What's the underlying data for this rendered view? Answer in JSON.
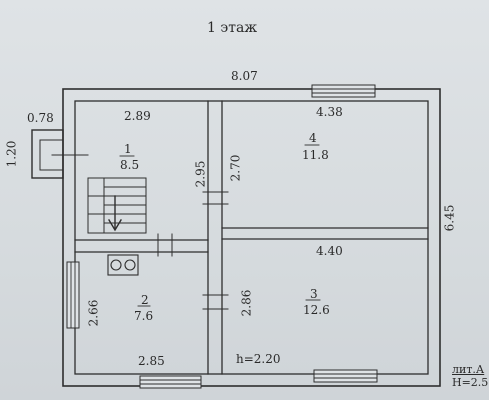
{
  "title": "1 этаж",
  "dimensions": {
    "overall_width": "8.07",
    "overall_height": "6.45",
    "porch_width": "0.78",
    "porch_height": "1.20",
    "room1_width": "2.89",
    "room1_height": "2.95",
    "room4_width": "4.38",
    "room4_height": "2.70",
    "room3_width": "4.40",
    "room3_height": "2.86",
    "room2_width": "2.85",
    "room2_height": "2.66",
    "ceiling_height": "h=2.20"
  },
  "rooms": [
    {
      "number": "1",
      "area": "8.5"
    },
    {
      "number": "2",
      "area": "7.6"
    },
    {
      "number": "3",
      "area": "12.6"
    },
    {
      "number": "4",
      "area": "11.8"
    }
  ],
  "corner_note": {
    "line1": "лит.А",
    "line2": "H=2.5"
  },
  "colors": {
    "background": "#d6dbde",
    "ink": "#2a2a2a"
  }
}
